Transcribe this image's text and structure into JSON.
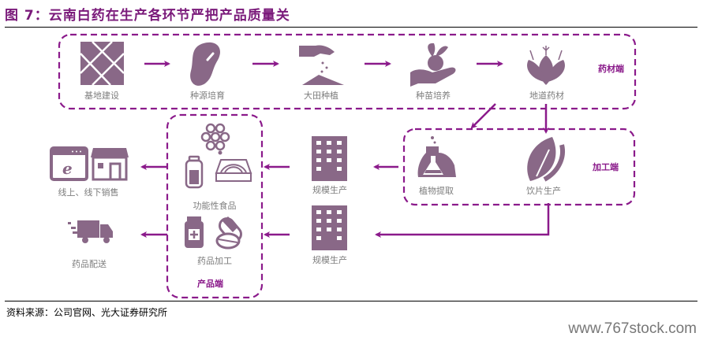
{
  "header": {
    "title": "图 7：云南白药在生产各环节严把产品质量关"
  },
  "footer": {
    "source": "资料来源：公司官网、光大证券研究所",
    "watermark": "www.767stock.com"
  },
  "colors": {
    "accent": "#8b1a8b",
    "icon": "#896887",
    "label": "#7d7d7d",
    "title": "#7a1a7a"
  },
  "zones": {
    "raw": "药材端",
    "process": "加工端",
    "product": "产品端"
  },
  "nodes": {
    "base": {
      "label": "基地建设",
      "icon": "field-grid-icon"
    },
    "seed": {
      "label": "种源培育",
      "icon": "bean-seed-icon"
    },
    "field": {
      "label": "大田种植",
      "icon": "hand-sowing-icon"
    },
    "seedling": {
      "label": "种苗培养",
      "icon": "seedling-hand-icon"
    },
    "herb": {
      "label": "地道药材",
      "icon": "herb-plant-icon"
    },
    "extract": {
      "label": "植物提取",
      "icon": "flask-icon"
    },
    "slice": {
      "label": "饮片生产",
      "icon": "leaf-icon"
    },
    "factory1": {
      "label": "规模生产",
      "icon": "building-icon"
    },
    "factory2": {
      "label": "规模生产",
      "icon": "building-icon"
    },
    "food": {
      "label": "功能性食品",
      "icon": "honeycomb-bottle-noodle-icon"
    },
    "drug": {
      "label": "药品加工",
      "icon": "medicine-pill-icon"
    },
    "sales": {
      "label": "线上、线下销售",
      "icon": "browser-store-icon"
    },
    "delivery": {
      "label": "药品配送",
      "icon": "truck-icon"
    }
  }
}
